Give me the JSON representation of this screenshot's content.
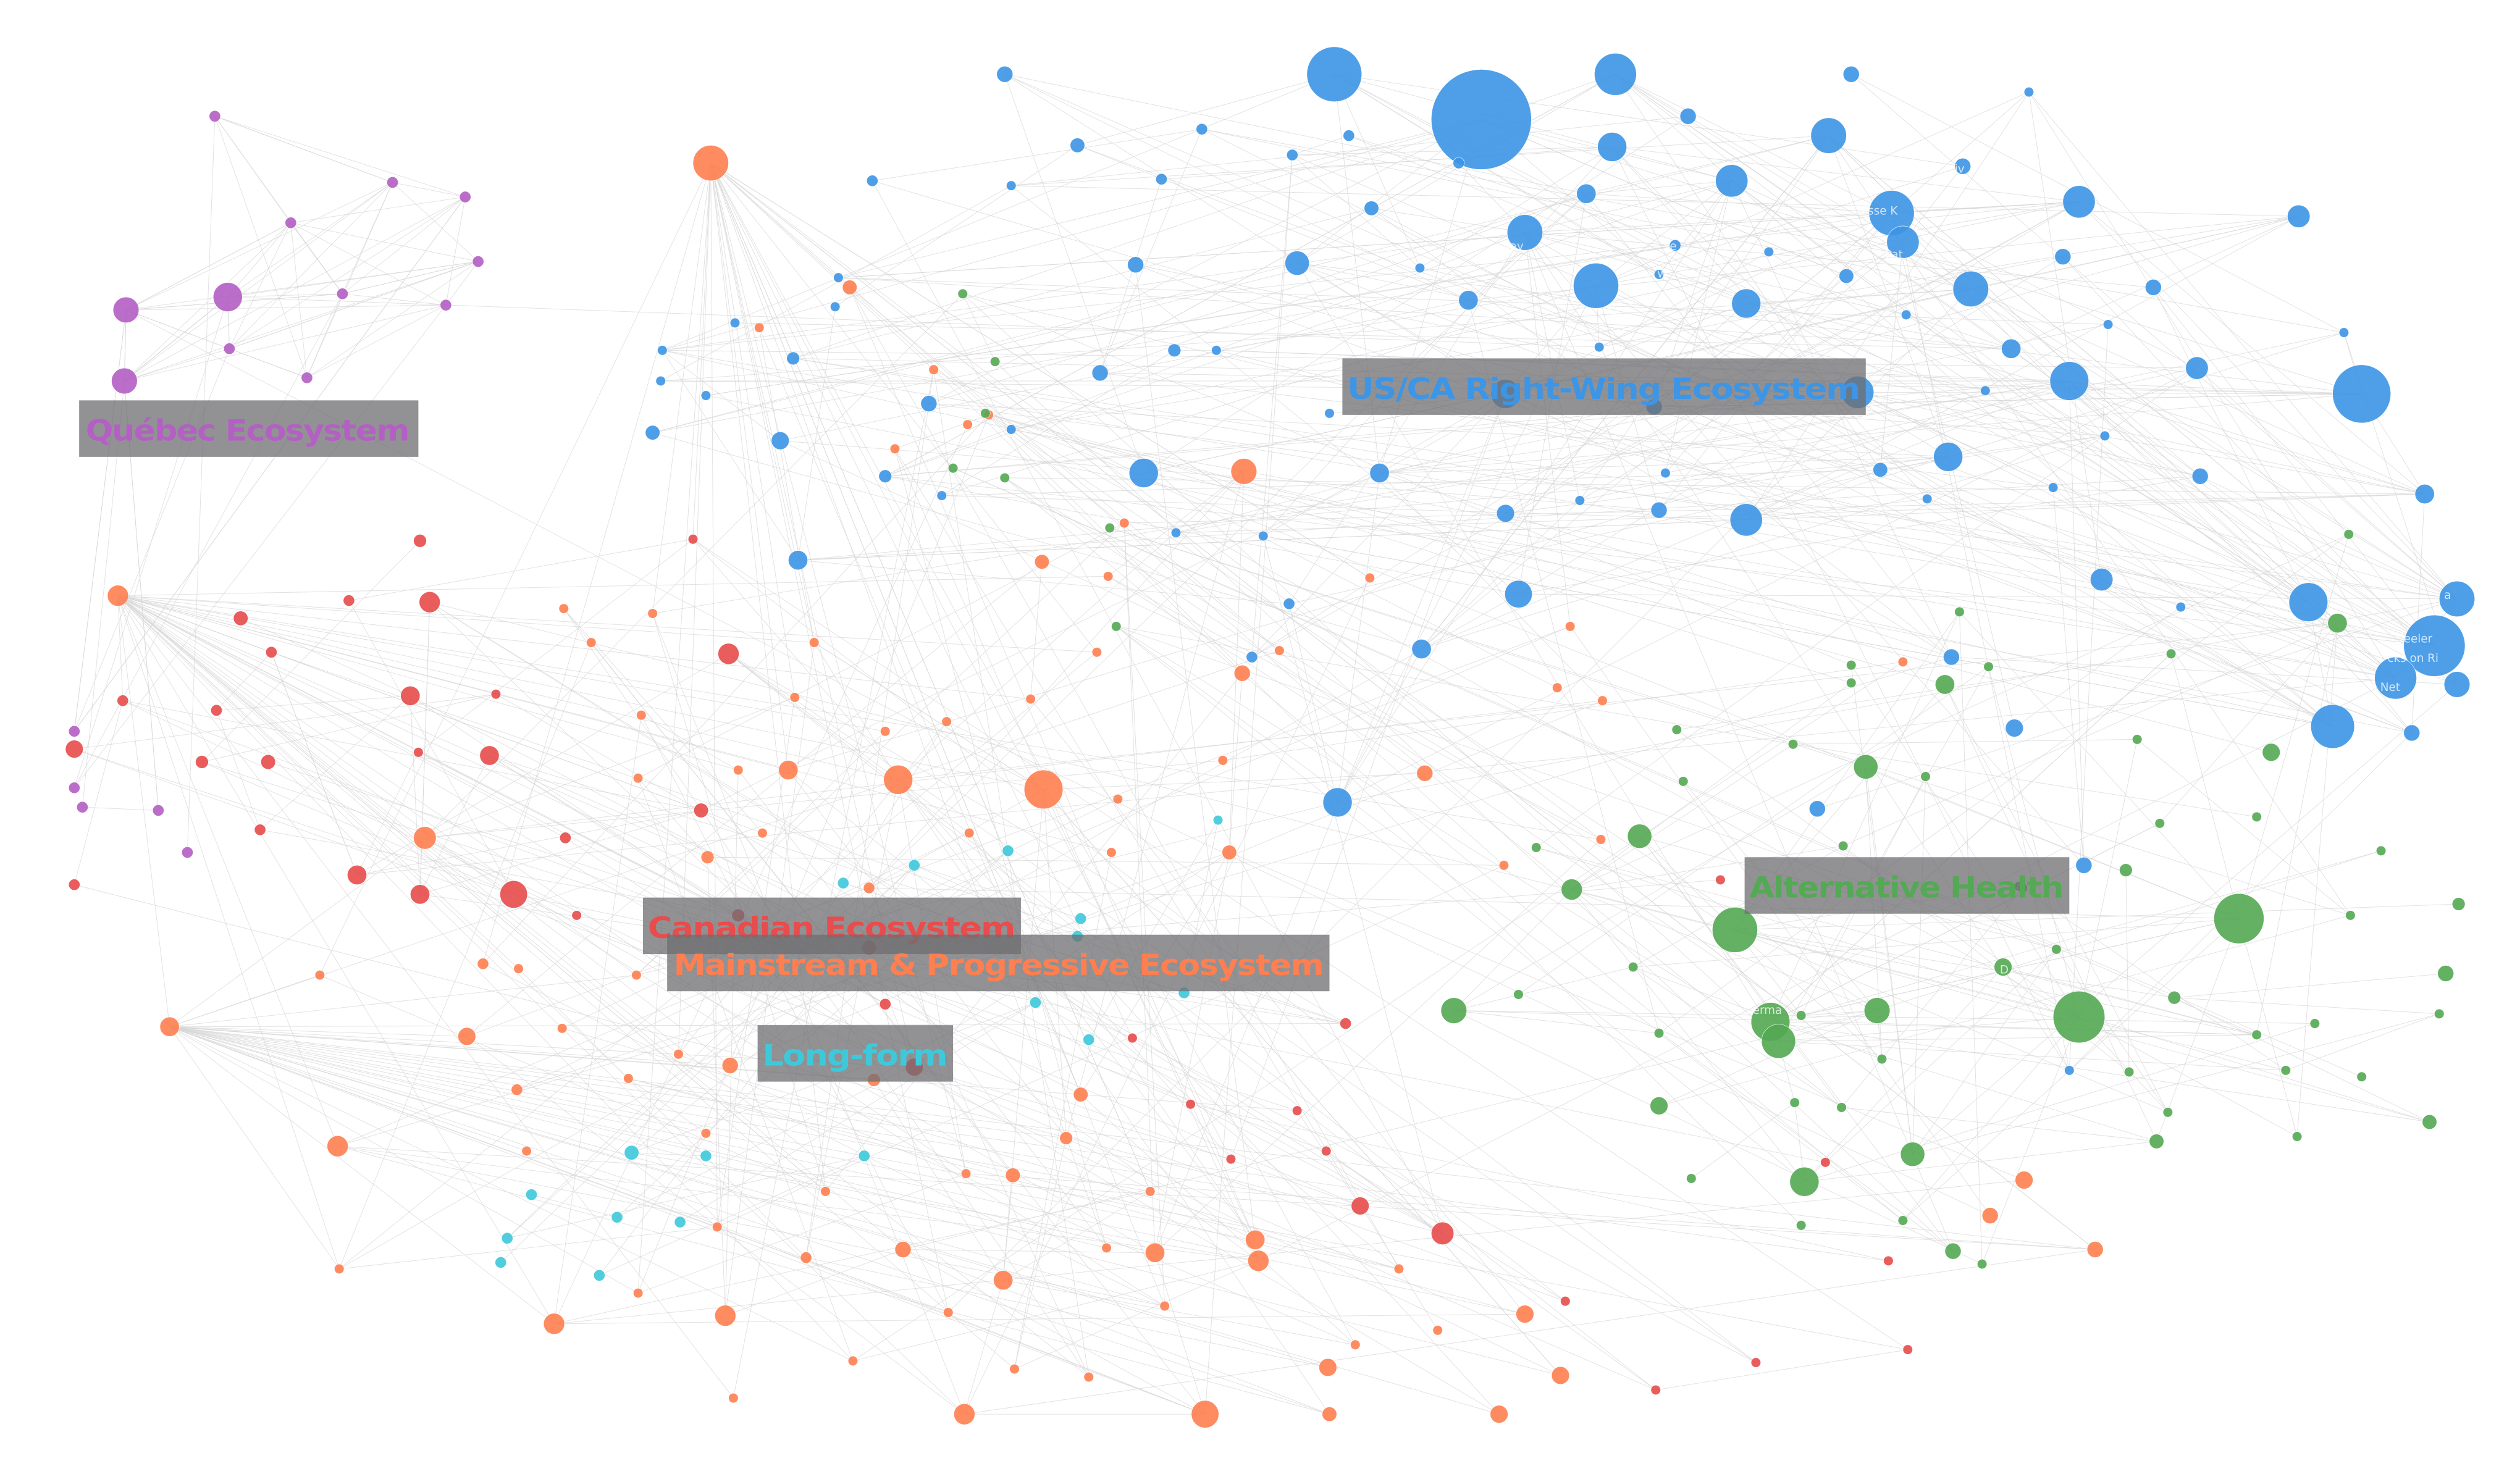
{
  "diagram": {
    "type": "network",
    "groups": [
      {
        "id": "quebec",
        "name": "Québec Ecosystem",
        "color": "#b45fc4"
      },
      {
        "id": "right",
        "name": "US/CA Right-Wing Ecosystem",
        "color": "#3d95e6"
      },
      {
        "id": "canadian",
        "name": "Canadian Ecosystem",
        "color": "#e84c4c"
      },
      {
        "id": "mainstream",
        "name": "Mainstream & Progressive Ecosystem",
        "color": "#ff7f50"
      },
      {
        "id": "longform",
        "name": "Long-form",
        "color": "#3ec9db"
      },
      {
        "id": "health",
        "name": "Alternative Health",
        "color": "#54a954"
      }
    ],
    "edge_color": "#d6d6d6",
    "label_box_color": "#6e6e72",
    "node_labels": [
      {
        "text": "ts"
      },
      {
        "text": "iv"
      },
      {
        "text": "esse K"
      },
      {
        "text": "Pat"
      },
      {
        "text": "tay"
      },
      {
        "text": "se"
      },
      {
        "text": "w"
      },
      {
        "text": "a"
      },
      {
        "text": "eeler"
      },
      {
        "text": "cks on Ri"
      },
      {
        "text": "o Net"
      },
      {
        "text": "erma"
      },
      {
        "text": "D"
      }
    ]
  }
}
